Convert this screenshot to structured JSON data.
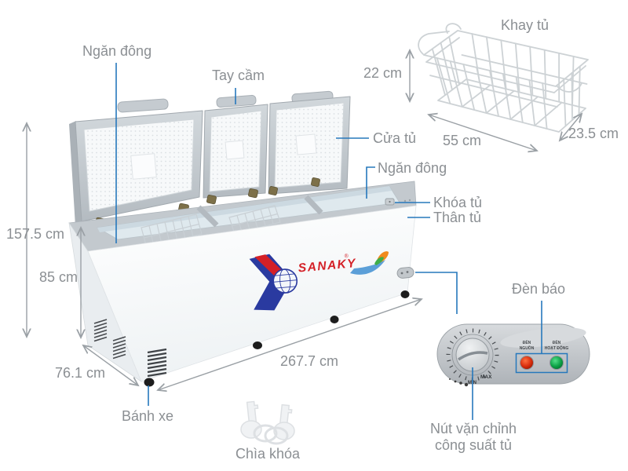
{
  "labels": {
    "freezer_compartment_left": "Ngăn đông",
    "handle": "Tay cầm",
    "tray": "Khay tủ",
    "door": "Cửa tủ",
    "freezer_compartment_right": "Ngăn đông",
    "lock": "Khóa tủ",
    "body": "Thân tủ",
    "indicator_light": "Đèn báo",
    "wheel": "Bánh xe",
    "key": "Chìa khóa",
    "power_knob_line1": "Nút vặn chỉnh",
    "power_knob_line2": "công suất tủ"
  },
  "dimensions": {
    "total_height": "157.5 cm",
    "body_height": "85 cm",
    "depth": "76.1 cm",
    "width": "267.7 cm",
    "tray_height": "22 cm",
    "tray_width": "55 cm",
    "tray_depth": "23.5 cm"
  },
  "brand": {
    "name": "SANAKY",
    "registered_mark": "®"
  },
  "control_panel": {
    "knob_max": "MAX",
    "knob_min": "MIN",
    "power_light_label_line1": "ĐÈN",
    "power_light_label_line2": "NGUỒN",
    "operation_light_label_line1": "ĐÈN",
    "operation_light_label_line2": "HOẠT ĐỘNG"
  },
  "colors": {
    "accent_blue": "#2678bc",
    "label_gray": "#8b8f93",
    "brand_red": "#d42027",
    "brand_blue": "#2a3aa0",
    "power_light_red": "#d63a1e",
    "operation_light_green": "#15a84b"
  }
}
